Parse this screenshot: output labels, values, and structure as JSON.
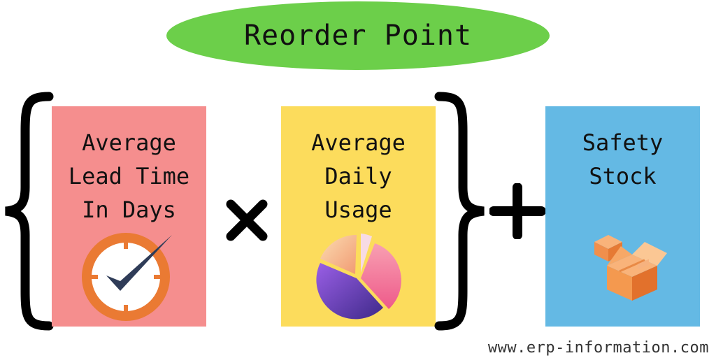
{
  "title": "Reorder Point",
  "boxes": [
    {
      "label": "Average\nLead Time\nIn Days",
      "icon": "clock-check-icon",
      "color": "#f58e8e"
    },
    {
      "label": "Average\nDaily\nUsage",
      "icon": "pie-chart-icon",
      "color": "#fcdc5c"
    },
    {
      "label": "Safety\nStock",
      "icon": "boxes-icon",
      "color": "#64b9e4"
    }
  ],
  "operators": {
    "multiply": "multiply-icon",
    "plus": "plus-icon"
  },
  "colors": {
    "title_bg": "#6ccf4a",
    "brace": "#000000",
    "footer": "#333333"
  },
  "footer": "www.erp-information.com"
}
